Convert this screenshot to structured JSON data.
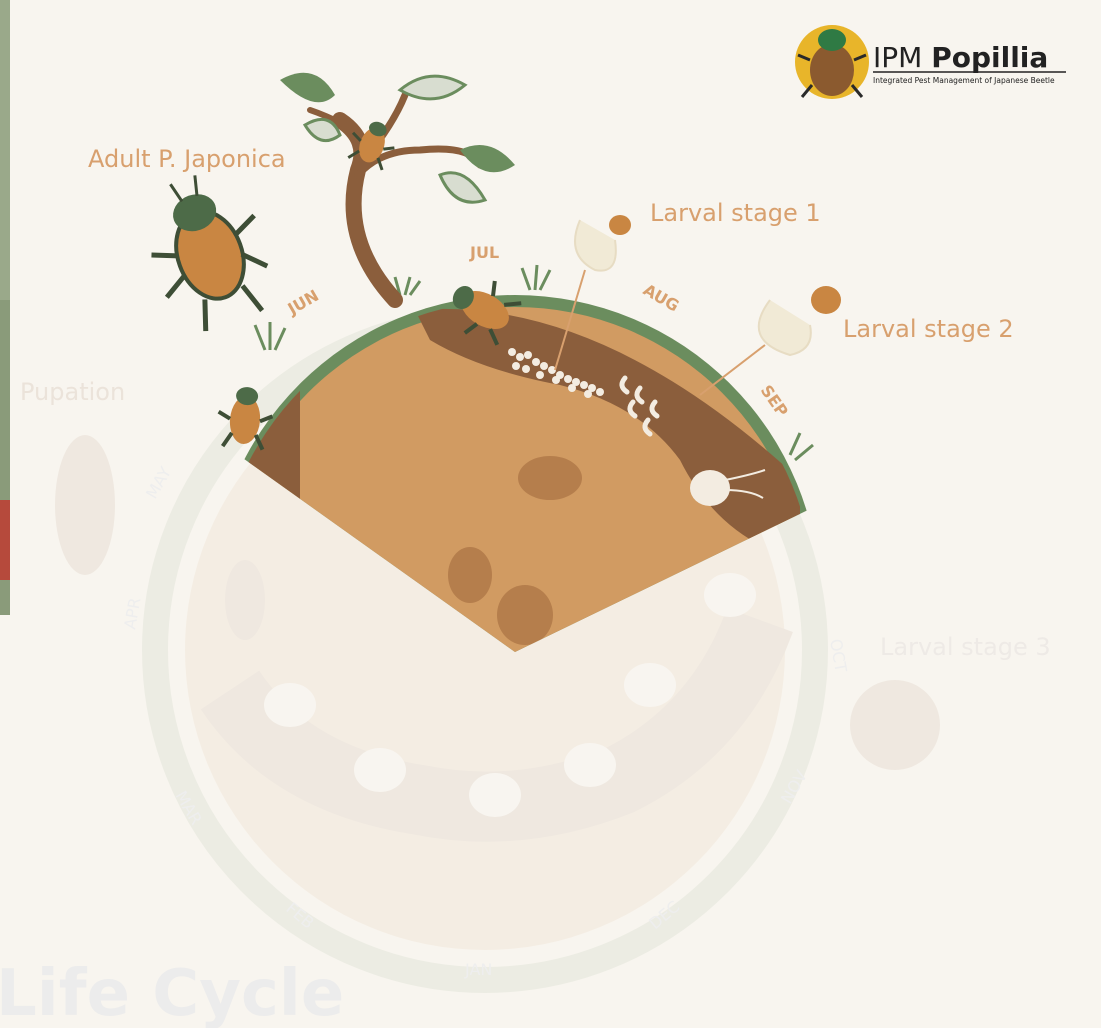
{
  "logo": {
    "brand_plain": "IPM ",
    "brand_bold": "Popillia",
    "tagline": "Integrated Pest Management of Japanese Beetle",
    "icon": "beetle-icon"
  },
  "labels": {
    "adult": "Adult P. Japonica",
    "larval1": "Larval stage 1",
    "larval2": "Larval stage 2",
    "larval3": "Larval stage 3",
    "pupation": "Pupation",
    "life_cycle": "Life Cycle"
  },
  "months": {
    "jun": "JUN",
    "jul": "JUL",
    "aug": "AUG",
    "sep": "SEP",
    "oct": "OCT",
    "nov": "NOV",
    "dec": "DEC",
    "jan": "JAN",
    "feb": "FEB",
    "mar": "MAR",
    "apr": "APR",
    "may": "MAY"
  },
  "colors": {
    "background": "#f8f5ef",
    "soil": "#d19b62",
    "burrow": "#8b5e3c",
    "grass": "#6b8d5e",
    "beetle_body": "#c98642",
    "beetle_head": "#4d6b48",
    "label": "#d8a06e",
    "faded": "#c9c9c9"
  }
}
